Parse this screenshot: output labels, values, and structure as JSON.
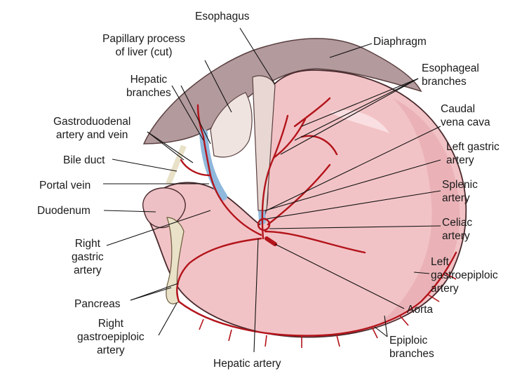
{
  "colors": {
    "stomach": "#f2c3c6",
    "stomach_dark": "#d98f96",
    "artery": "#b3141b",
    "vein": "#8fb8dc",
    "diaphragm": "#a98a8e",
    "fat": "#e9e1c8",
    "leader": "#111111"
  },
  "labels": {
    "esophagus": "Esophagus",
    "papillary": "Papillary process\nof liver (cut)",
    "diaphragm": "Diaphragm",
    "hepatic_branches": "Hepatic\nbranches",
    "esophageal_branches": "Esophageal\nbranches",
    "gastroduodenal": "Gastroduodenal\nartery and vein",
    "caudal_vena_cava": "Caudal\nvena cava",
    "bile_duct": "Bile duct",
    "left_gastric": "Left gastric\nartery",
    "portal_vein": "Portal vein",
    "splenic": "Splenic\nartery",
    "duodenum": "Duodenum",
    "celiac": "Celiac\nartery",
    "right_gastric": "Right\ngastric\nartery",
    "left_gastroepiploic": "Left\ngastroepiploic\nartery",
    "pancreas": "Pancreas",
    "aorta": "Aorta",
    "right_gastroepiploic": "Right\ngastroepiploic\nartery",
    "epiploic_branches": "Epiploic\nbranches",
    "hepatic_artery": "Hepatic artery"
  }
}
